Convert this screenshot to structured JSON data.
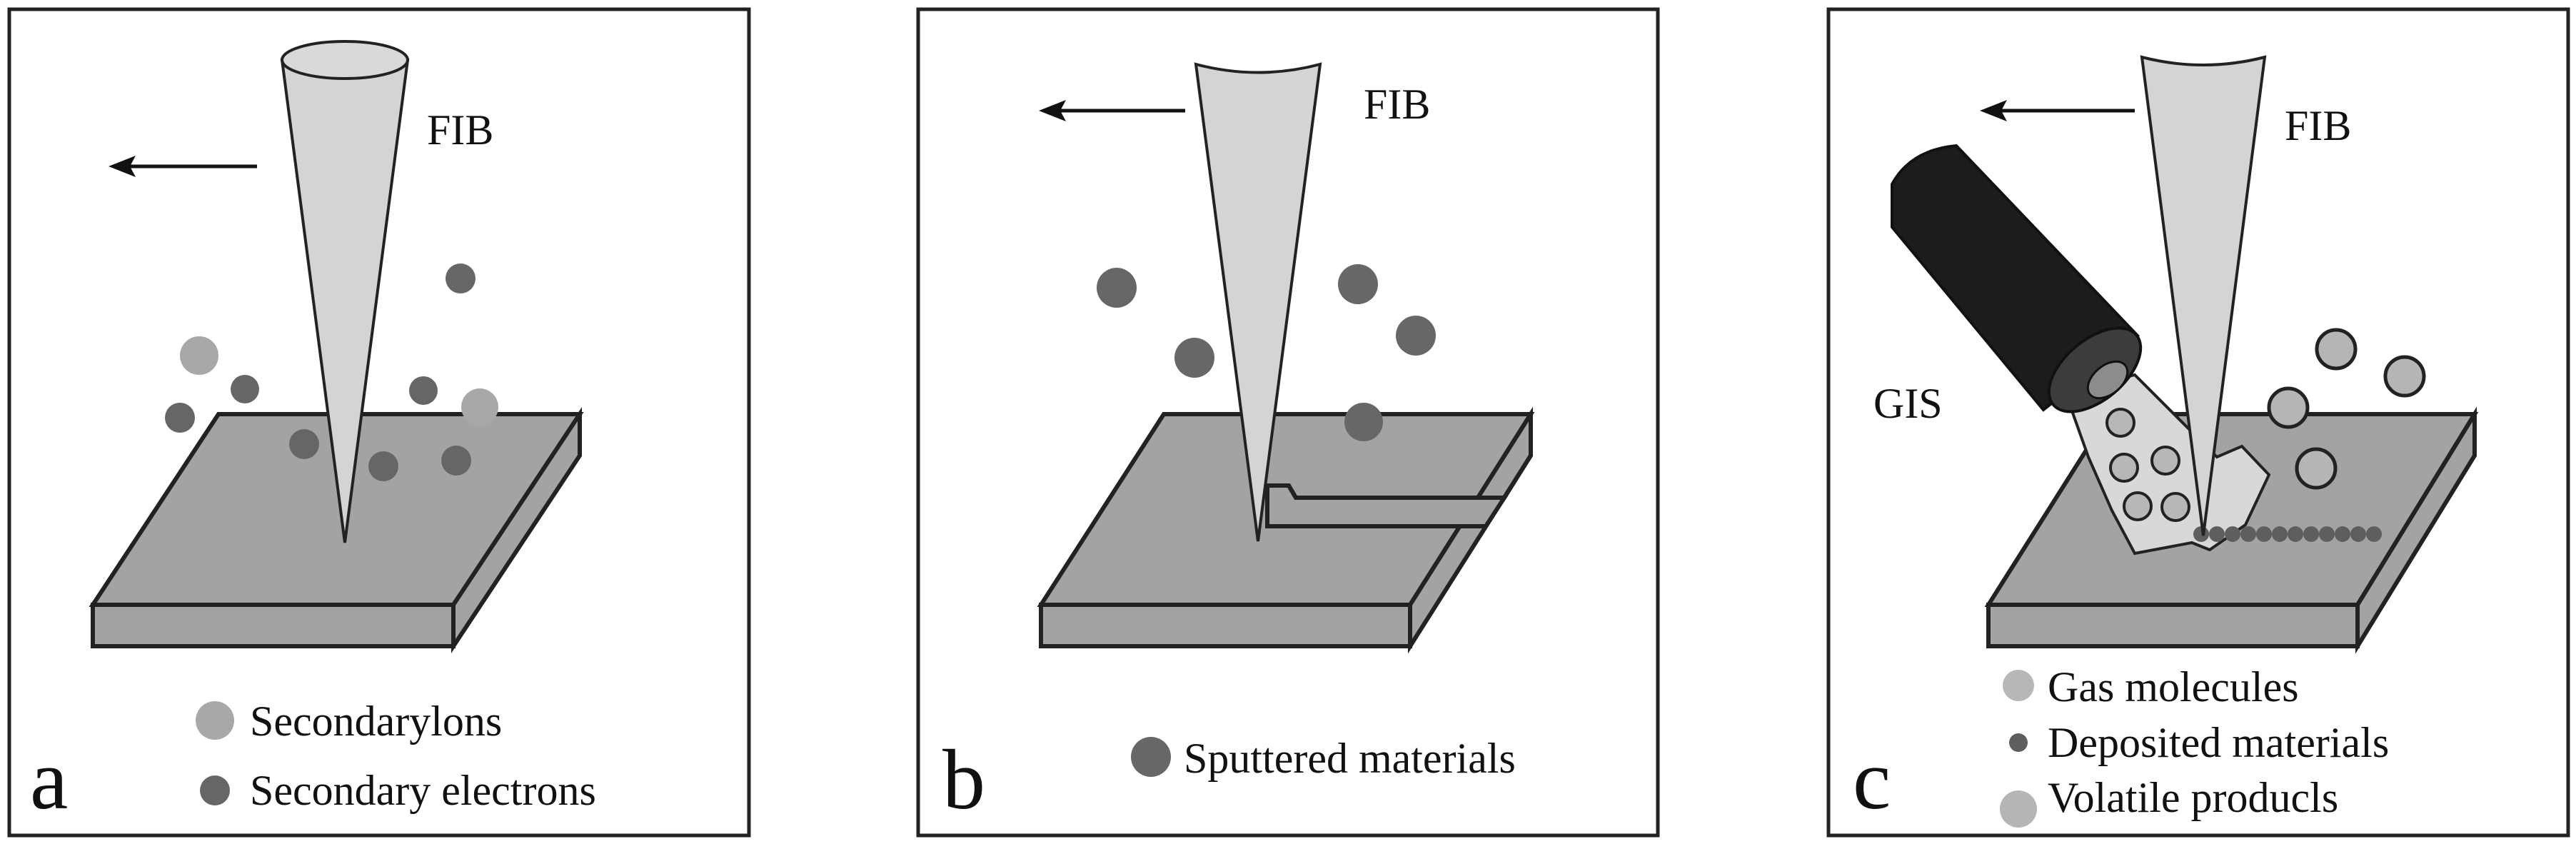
{
  "colors": {
    "frame": "#222222",
    "sample": "#a3a3a3",
    "sample_edge": "#222222",
    "beam": "#d4d4d4",
    "secondary_ion": "#a8a8a8",
    "secondary_electron": "#666666",
    "sputtered": "#676767",
    "gas_molecule": "#b7b7b7",
    "deposited": "#5e5e5e",
    "volatile": "#b5b5b5",
    "gis_nozzle": "#1c1c1c"
  },
  "panels": [
    {
      "id": "a",
      "letter": "a",
      "beam_label": "FIB",
      "legend": [
        {
          "label": "Secondarylons",
          "color_key": "secondary_ion"
        },
        {
          "label": "Secondary electrons",
          "color_key": "secondary_electron"
        }
      ]
    },
    {
      "id": "b",
      "letter": "b",
      "beam_label": "FIB",
      "legend": [
        {
          "label": "Sputtered materials",
          "color_key": "sputtered"
        }
      ]
    },
    {
      "id": "c",
      "letter": "c",
      "beam_label": "FIB",
      "gis_label": "GIS",
      "legend": [
        {
          "label": "Gas molecules",
          "color_key": "gas_molecule"
        },
        {
          "label": "Deposited materials",
          "color_key": "deposited"
        },
        {
          "label": "Volatile producls",
          "color_key": "volatile"
        }
      ]
    }
  ]
}
